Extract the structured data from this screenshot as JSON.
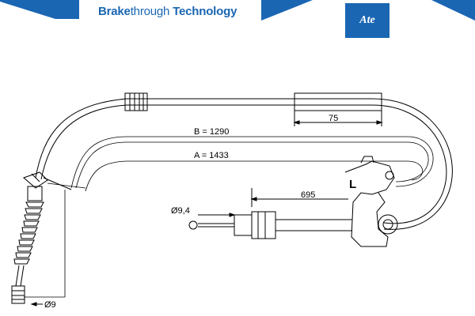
{
  "header": {
    "brand_bold": "Brake",
    "brand_light": "through ",
    "brand_bold2": "Technology",
    "logo_text": "Ate",
    "brand_color": "#1a66b3"
  },
  "dimensions": {
    "d75": "75",
    "b": "B = 1290",
    "a": "A = 1433",
    "d695": "695",
    "phi94": "Ø9,4",
    "phi9": "Ø9",
    "side": "L"
  }
}
